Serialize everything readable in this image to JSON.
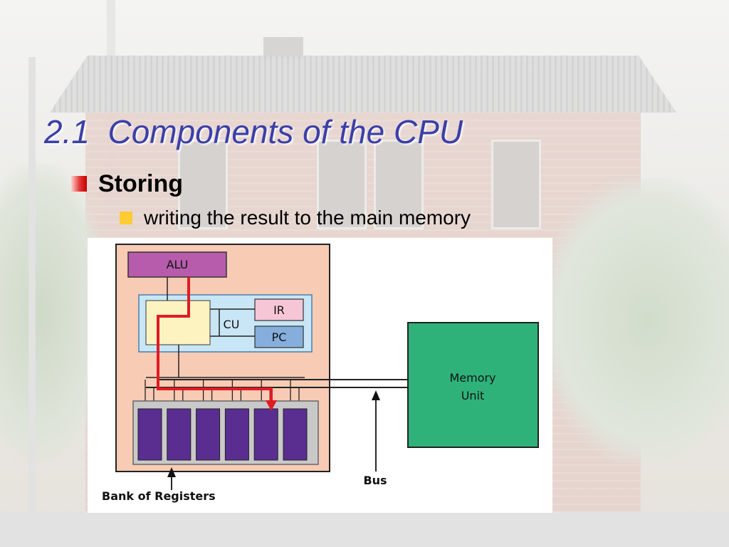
{
  "slide": {
    "title": "2.1  Components of the CPU",
    "bullet": "Storing",
    "sub_bullet": "writing the result to the main memory"
  },
  "diagram": {
    "alu_label": "ALU",
    "cu_label": "CU",
    "ir_label": "IR",
    "pc_label": "PC",
    "memory_label_line1": "Memory",
    "memory_label_line2": "Unit",
    "bus_label": "Bus",
    "registers_label": "Bank of Registers",
    "register_count": 6,
    "target_register_index": 4,
    "colors": {
      "cpu_fill": "#f8cbb4",
      "alu_fill": "#b75cac",
      "cu_area_fill": "#c8e6f5",
      "cu_fill": "#fdf3c0",
      "ir_fill": "#f7c6d6",
      "pc_fill": "#86aedc",
      "memory_fill": "#2eb27a",
      "register_fill": "#5a2e90",
      "register_bank_fill": "#c9c9c9",
      "data_path": "#e01b24"
    }
  }
}
